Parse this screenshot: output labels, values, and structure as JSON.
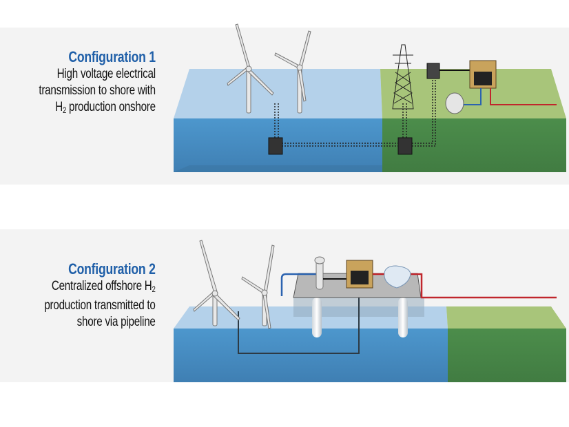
{
  "config1": {
    "title": "Configuration 1",
    "lines": [
      "High voltage electrical",
      "transmission to shore with"
    ],
    "last_prefix": "H",
    "last_sub": "2",
    "last_suffix": " production onshore"
  },
  "config2": {
    "title": "Configuration 2",
    "line1_prefix": "Centralized offshore H",
    "line1_sub": "2",
    "lines": [
      "production transmitted to",
      "shore via pipeline"
    ]
  },
  "colors": {
    "title_blue": "#1f5fa8",
    "water_top": "#b4d1ea",
    "water_front": "#4b93c9",
    "land_top": "#a8c57a",
    "land_front": "#4a8a4a",
    "hydrogen_pipe": "#c0262c",
    "water_pipe": "#2b63b0"
  }
}
